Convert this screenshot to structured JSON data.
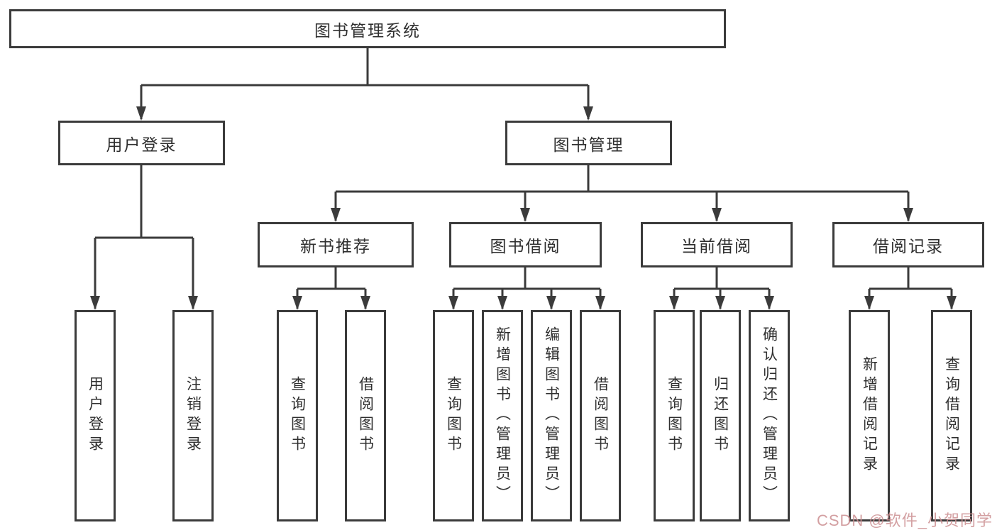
{
  "diagram": {
    "root": "图书管理系统",
    "user_login": {
      "label": "用户登录",
      "children": [
        "用户登录",
        "注销登录"
      ]
    },
    "book_mgmt": {
      "label": "图书管理",
      "sections": [
        {
          "label": "新书推荐",
          "children": [
            "查询图书",
            "借阅图书"
          ]
        },
        {
          "label": "图书借阅",
          "children": [
            "查询图书",
            "新增图书（管理员）",
            "编辑图书（管理员）",
            "借阅图书"
          ]
        },
        {
          "label": "当前借阅",
          "children": [
            "查询图书",
            "归还图书",
            "确认归还（管理员）"
          ]
        },
        {
          "label": "借阅记录",
          "children": [
            "新增借阅记录",
            "查询借阅记录"
          ]
        }
      ]
    }
  },
  "watermark": {
    "text": "CSDN @软件_小贺同学"
  },
  "colors": {
    "line": "#3b3b3b",
    "box_border": "#3b3b3b",
    "text": "#2f2f2f",
    "background": "#ffffff",
    "watermark": "#cb8e91"
  }
}
